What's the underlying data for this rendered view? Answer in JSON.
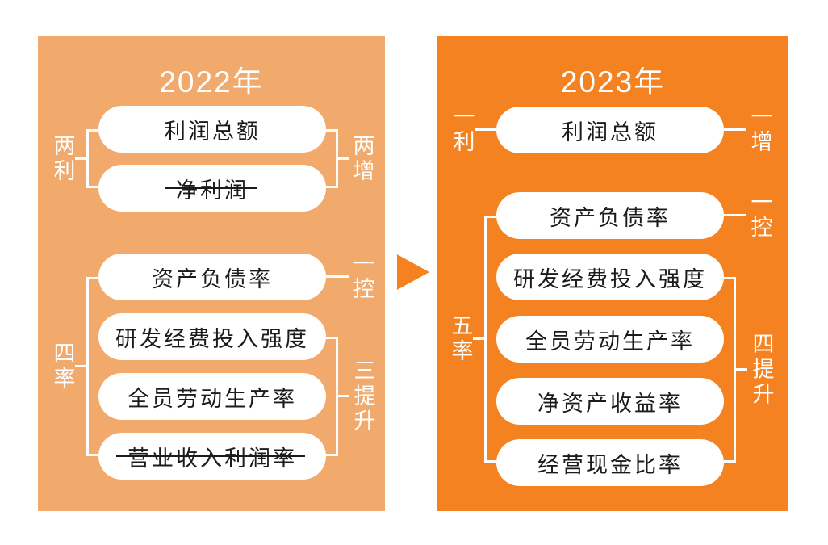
{
  "colors": {
    "left_panel_bg": "#F1A96C",
    "right_panel_bg": "#F58220",
    "box_bg": "#FFFFFF",
    "box_text": "#1B1B1B",
    "bracket_line": "#FFFFFF",
    "arrow": "#F58220",
    "strike_line": "#1B1B1B"
  },
  "left_panel": {
    "title": "2022年",
    "profit_group": {
      "bracket_left_label": "两利",
      "bracket_right_label": "两增",
      "items": [
        "利润总额",
        "净利润"
      ],
      "struck_items": [
        "净利润"
      ]
    },
    "ratio_group": {
      "bracket_left_label": "四率",
      "control_label": "一控",
      "improve_label": "三提升",
      "items": [
        "资产负债率",
        "研发经费投入强度",
        "全员劳动生产率",
        "营业收入利润率"
      ],
      "struck_items": [
        "营业收入利润率"
      ]
    }
  },
  "arrow": {
    "meaning": "2022年指标体系演变为2023年指标体系"
  },
  "right_panel": {
    "title": "2023年",
    "profit_group": {
      "left_label": "一利",
      "right_label": "一增",
      "items": [
        "利润总额"
      ],
      "struck_items": []
    },
    "ratio_group": {
      "bracket_left_label": "五率",
      "control_label": "一控",
      "improve_label": "四提升",
      "items": [
        "资产负债率",
        "研发经费投入强度",
        "全员劳动生产率",
        "净资产收益率",
        "经营现金比率"
      ],
      "struck_items": []
    }
  }
}
